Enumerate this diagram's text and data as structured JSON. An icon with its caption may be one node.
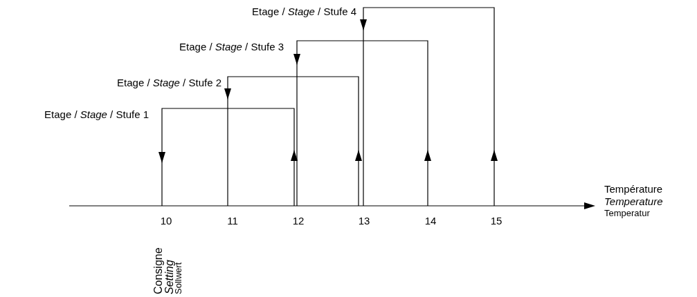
{
  "diagram": {
    "labels": [
      "Etage / *Stage* / Stufe 4",
      "Etage / *Stage* / Stufe 3",
      "Etage / *Stage* / Stufe 2",
      "Etage / *Stage* / Stufe 1",
      "Température",
      "Temperature",
      "Temperatur",
      "10",
      "11",
      "12",
      "13",
      "14",
      "15",
      "Consigne",
      "Setting",
      "Sollwert"
    ]
  }
}
